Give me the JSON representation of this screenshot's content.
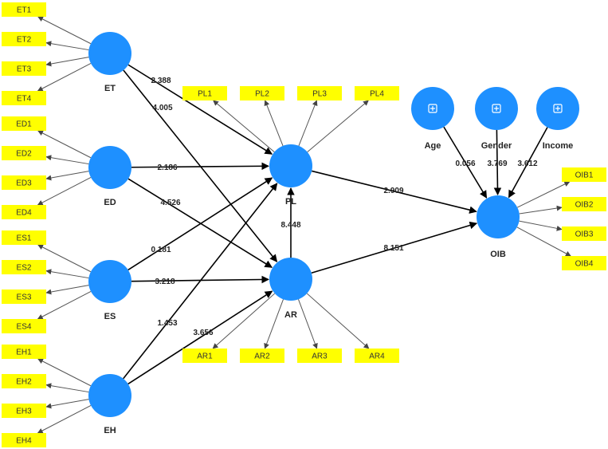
{
  "colors": {
    "construct_fill": "#1e90ff",
    "indicator_fill": "#ffff00",
    "edge_color": "#000000"
  },
  "constructs": [
    {
      "id": "ET",
      "label": "ET",
      "icon": null
    },
    {
      "id": "ED",
      "label": "ED",
      "icon": null
    },
    {
      "id": "ES",
      "label": "ES",
      "icon": null
    },
    {
      "id": "EH",
      "label": "EH",
      "icon": null
    },
    {
      "id": "PL",
      "label": "PL",
      "icon": null
    },
    {
      "id": "AR",
      "label": "AR",
      "icon": null
    },
    {
      "id": "OIB",
      "label": "OIB",
      "icon": null
    },
    {
      "id": "Age",
      "label": "Age",
      "icon": "plus-box-icon"
    },
    {
      "id": "Gender",
      "label": "Gender",
      "icon": "plus-box-icon"
    },
    {
      "id": "Income",
      "label": "Income",
      "icon": "plus-box-icon"
    }
  ],
  "indicators": [
    {
      "label": "ET1",
      "construct": "ET"
    },
    {
      "label": "ET2",
      "construct": "ET"
    },
    {
      "label": "ET3",
      "construct": "ET"
    },
    {
      "label": "ET4",
      "construct": "ET"
    },
    {
      "label": "ED1",
      "construct": "ED"
    },
    {
      "label": "ED2",
      "construct": "ED"
    },
    {
      "label": "ED3",
      "construct": "ED"
    },
    {
      "label": "ED4",
      "construct": "ED"
    },
    {
      "label": "ES1",
      "construct": "ES"
    },
    {
      "label": "ES2",
      "construct": "ES"
    },
    {
      "label": "ES3",
      "construct": "ES"
    },
    {
      "label": "ES4",
      "construct": "ES"
    },
    {
      "label": "EH1",
      "construct": "EH"
    },
    {
      "label": "EH2",
      "construct": "EH"
    },
    {
      "label": "EH3",
      "construct": "EH"
    },
    {
      "label": "EH4",
      "construct": "EH"
    },
    {
      "label": "PL1",
      "construct": "PL"
    },
    {
      "label": "PL2",
      "construct": "PL"
    },
    {
      "label": "PL3",
      "construct": "PL"
    },
    {
      "label": "PL4",
      "construct": "PL"
    },
    {
      "label": "AR1",
      "construct": "AR"
    },
    {
      "label": "AR2",
      "construct": "AR"
    },
    {
      "label": "AR3",
      "construct": "AR"
    },
    {
      "label": "AR4",
      "construct": "AR"
    },
    {
      "label": "OIB1",
      "construct": "OIB"
    },
    {
      "label": "OIB2",
      "construct": "OIB"
    },
    {
      "label": "OIB3",
      "construct": "OIB"
    },
    {
      "label": "OIB4",
      "construct": "OIB"
    }
  ],
  "paths": [
    {
      "from": "ET",
      "to": "PL",
      "coef": "2.388"
    },
    {
      "from": "ET",
      "to": "AR",
      "coef": "4.005"
    },
    {
      "from": "ED",
      "to": "PL",
      "coef": "2.186"
    },
    {
      "from": "ED",
      "to": "AR",
      "coef": "4.526"
    },
    {
      "from": "ES",
      "to": "PL",
      "coef": "0.181"
    },
    {
      "from": "ES",
      "to": "AR",
      "coef": "3.218"
    },
    {
      "from": "EH",
      "to": "PL",
      "coef": "1.453"
    },
    {
      "from": "EH",
      "to": "AR",
      "coef": "3.656"
    },
    {
      "from": "AR",
      "to": "PL",
      "coef": "8.448"
    },
    {
      "from": "PL",
      "to": "OIB",
      "coef": "2.909"
    },
    {
      "from": "AR",
      "to": "OIB",
      "coef": "8.151"
    },
    {
      "from": "Age",
      "to": "OIB",
      "coef": "0.056"
    },
    {
      "from": "Gender",
      "to": "OIB",
      "coef": "3.769"
    },
    {
      "from": "Income",
      "to": "OIB",
      "coef": "3.612"
    }
  ]
}
